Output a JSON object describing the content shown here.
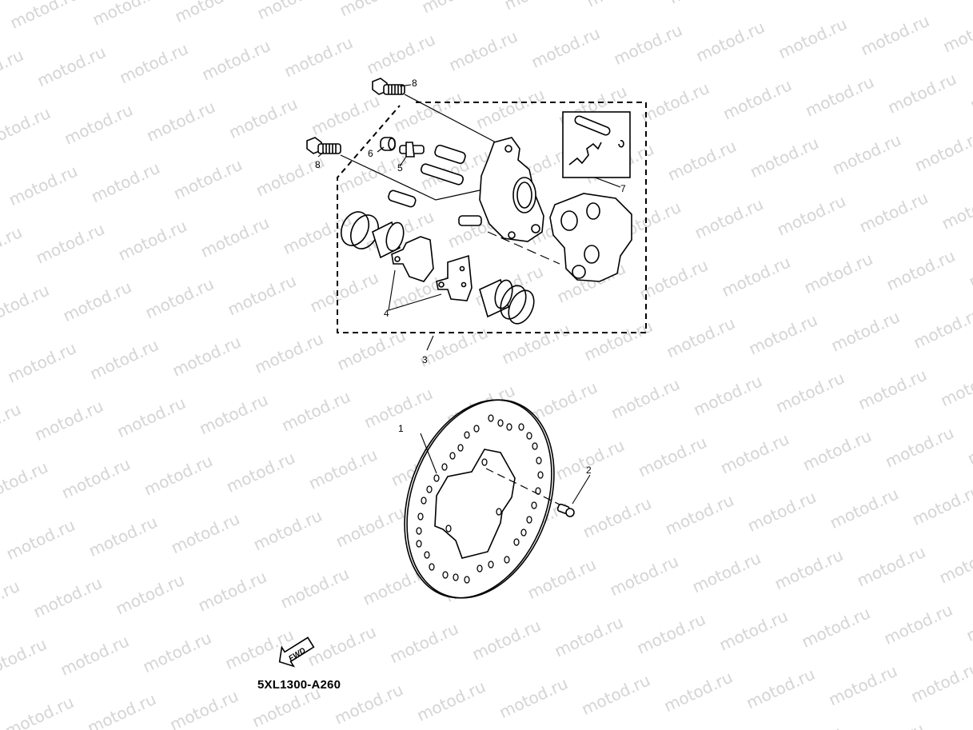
{
  "diagram": {
    "type": "exploded parts diagram",
    "subject": "rear brake caliper and brake disc",
    "drawing_code": "5XL1300-A260",
    "watermark_text": "motod.ru",
    "direction_indicator": "FWD",
    "callouts": [
      {
        "id": "1",
        "label": "1",
        "part": "brake disc"
      },
      {
        "id": "2",
        "label": "2",
        "part": "disc bolt"
      },
      {
        "id": "3",
        "label": "3",
        "part": "caliper assembly (dashed group)"
      },
      {
        "id": "4",
        "label": "4",
        "part": "brake pad set"
      },
      {
        "id": "5",
        "label": "5",
        "part": "bleed screw"
      },
      {
        "id": "6",
        "label": "6",
        "part": "bleed screw cap"
      },
      {
        "id": "7",
        "label": "7",
        "part": "pad pin / spring kit"
      },
      {
        "id": "8a",
        "label": "8",
        "part": "caliper bolt (upper)"
      },
      {
        "id": "8b",
        "label": "8",
        "part": "caliper bolt (lower)"
      }
    ]
  }
}
